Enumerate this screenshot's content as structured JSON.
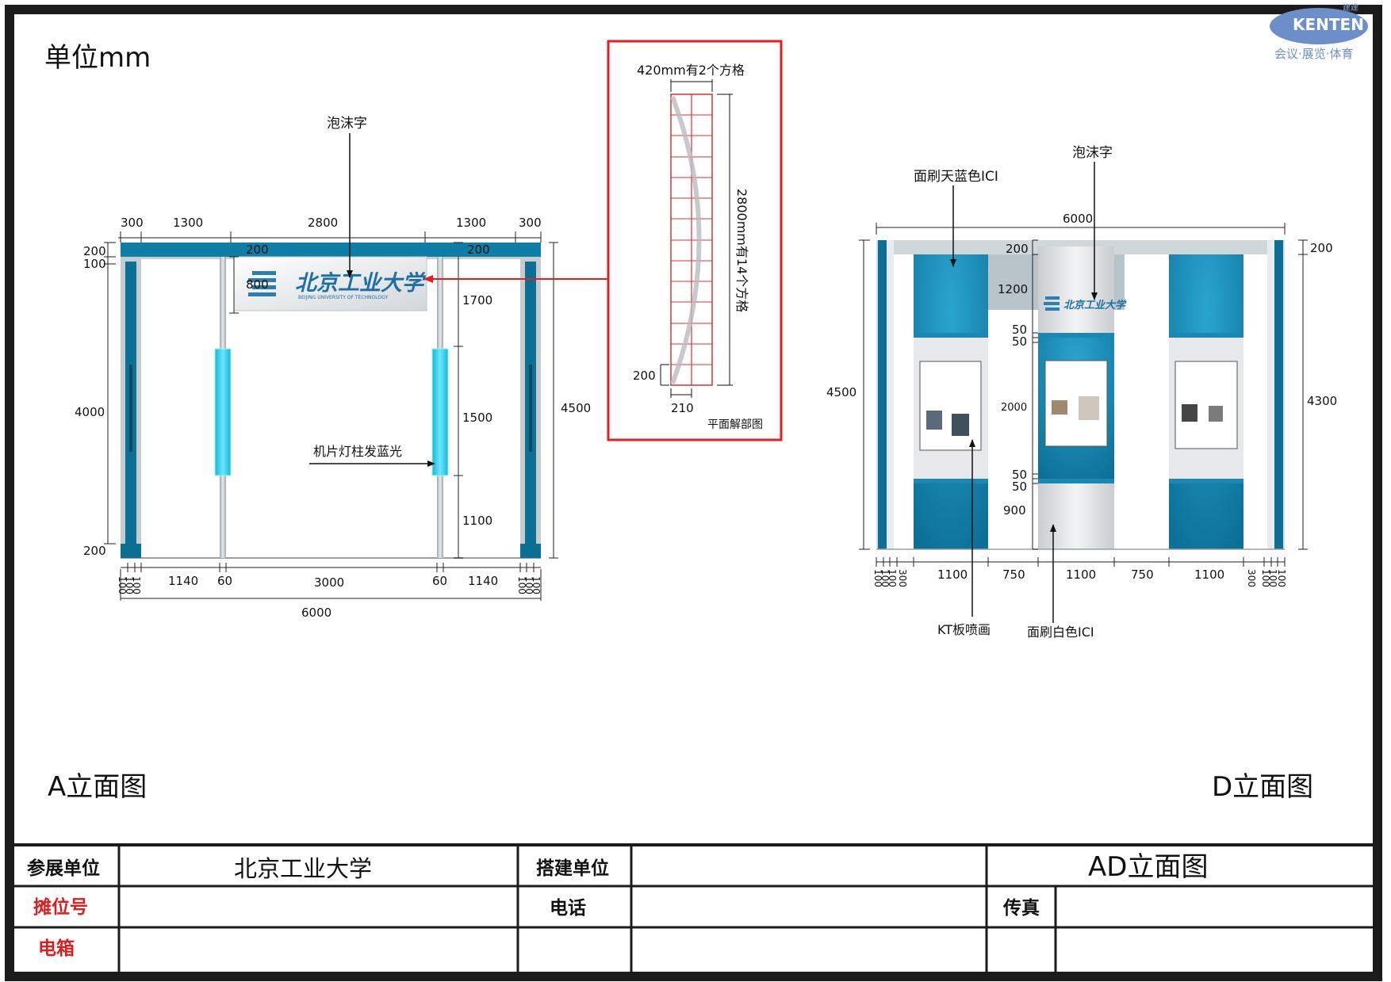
{
  "unit_label": "单位mm",
  "brand": {
    "logo_text": "KENTEN",
    "logo_small": "建建",
    "tagline": "会议·展览·体育"
  },
  "views": {
    "a": {
      "caption": "A立面图",
      "foam_text_label": "泡沫字",
      "light_pillar_label": "机片灯柱发蓝光",
      "logo_cn": "北京工业大学",
      "logo_en": "BEIJING UNIVERSITY OF TECHNOLOGY",
      "dims": {
        "top_300a": "300",
        "top_1300a": "1300",
        "top_2800": "2800",
        "top_1300b": "1300",
        "top_300b": "300",
        "left_200": "200",
        "left_100": "100",
        "left_4000": "4000",
        "left_200b": "200",
        "sign_200": "200",
        "sign_800": "800",
        "right_200": "200",
        "right_1700": "1700",
        "right_1500": "1500",
        "right_1100": "1100",
        "right_4500": "4500",
        "bot_1140a": "1140",
        "bot_60a": "60",
        "bot_3000": "3000",
        "bot_60b": "60",
        "bot_1140b": "1140",
        "bot_6000": "6000",
        "bot_100": "100"
      }
    },
    "detail": {
      "top_label": "420mm有2个方格",
      "side_label": "2800mm有14个方格",
      "dim_200": "200",
      "dim_210": "210",
      "caption": "平面解部图"
    },
    "d": {
      "caption": "D立面图",
      "paint_blue_label": "面刷天蓝色ICI",
      "foam_text_label": "泡沫字",
      "kt_label": "KT板喷画",
      "paint_white_label": "面刷白色ICI",
      "dims": {
        "top_6000": "6000",
        "left_4500": "4500",
        "right_200": "200",
        "right_4300": "4300",
        "c_200": "200",
        "c_1200": "1200",
        "c_50a": "50",
        "c_50b": "50",
        "c_2000": "2000",
        "c_50c": "50",
        "c_50d": "50",
        "c_900": "900",
        "bot_1100a": "1100",
        "bot_750a": "750",
        "bot_1100b": "1100",
        "bot_750b": "750",
        "bot_1100c": "1100",
        "bot_300": "300",
        "bot_100": "100"
      }
    }
  },
  "title_block": {
    "exhibitor_label": "参展单位",
    "exhibitor_value": "北京工业大学",
    "builder_label": "搭建单位",
    "builder_value": "",
    "drawing_title": "AD立面图",
    "booth_label": "摊位号",
    "booth_value": "",
    "phone_label": "电话",
    "phone_value": "",
    "fax_label": "传真",
    "fax_value": "",
    "email_label": "电箱",
    "email_value": ""
  },
  "colors": {
    "blue_dark": "#0a6e93",
    "blue_mid": "#1a88b2",
    "light_cyan": "#27d0f4",
    "frame": "#1a1a1a",
    "red": "#e41e1e"
  }
}
